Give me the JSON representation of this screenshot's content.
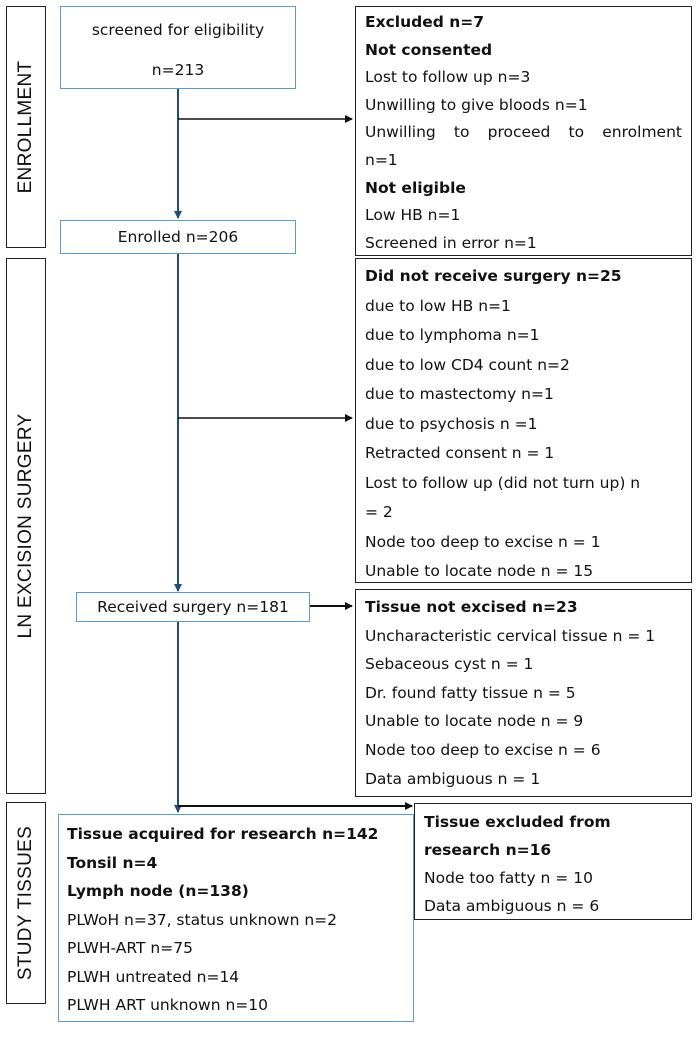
{
  "phases": {
    "enrollment": "ENROLLMENT",
    "surgery": "LN EXCISION SURGERY",
    "study": "STUDY TISSUES"
  },
  "screened": {
    "line1": "screened for eligibility",
    "line2": "n=213"
  },
  "excluded": {
    "title": "Excluded n=7",
    "not_consented": "Not consented",
    "lost": "Lost to follow up n=3",
    "bloods": "Unwilling to give bloods n=1",
    "proceed_a": "Unwilling to proceed to enrolment",
    "proceed_b": "n=1",
    "not_eligible": "Not eligible",
    "low_hb": "Low HB n=1",
    "error": "Screened in error n=1"
  },
  "enrolled": "Enrolled n=206",
  "no_surgery": {
    "title": "Did not receive surgery n=25",
    "items": [
      "due to low HB n=1",
      "due to lymphoma n=1",
      "due to low CD4 count n=2",
      "due to mastectomy n=1",
      "due to psychosis n =1",
      "Retracted consent n = 1",
      "Lost to follow up (did not turn up) n",
      "= 2",
      "Node too deep to excise n = 1",
      "Unable to locate node n = 15"
    ]
  },
  "received": "Received surgery n=181",
  "not_excised": {
    "title": "Tissue not excised n=23",
    "items": [
      "Uncharacteristic cervical tissue n = 1",
      "Sebaceous cyst n = 1",
      "Dr. found fatty tissue n = 5",
      "Unable to locate node n = 9",
      "Node too deep to excise n = 6",
      "Data ambiguous n = 1"
    ]
  },
  "acquired": {
    "title": "Tissue acquired for research n=142",
    "tonsil": "Tonsil n=4",
    "lymph": "Lymph node (n=138)",
    "items": [
      "PLWoH n=37, status unknown n=2",
      "PLWH-ART n=75",
      "PLWH untreated n=14",
      "PLWH ART unknown n=10"
    ]
  },
  "tissue_excluded": {
    "title_a": "Tissue excluded from",
    "title_b": "research n=16",
    "items": [
      "Node too fatty n = 10",
      "Data ambiguous n = 6"
    ]
  },
  "colors": {
    "blue_border": "#5b9bd5",
    "arrow": "#1f4e79",
    "black": "#222222"
  }
}
